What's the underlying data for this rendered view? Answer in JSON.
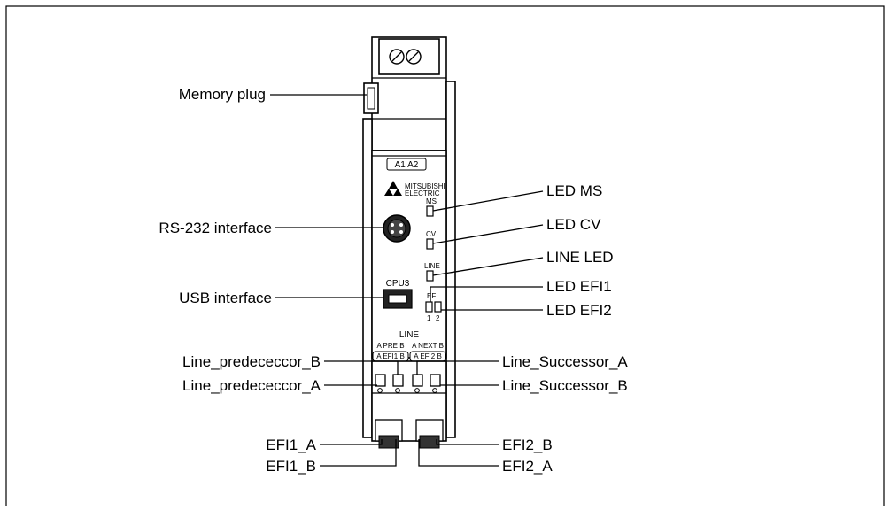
{
  "labels": {
    "memory_plug": "Memory plug",
    "rs232": "RS-232 interface",
    "usb": "USB interface",
    "line_pre_b": "Line_predececcor_B",
    "line_pre_a": "Line_predececcor_A",
    "efi1_a": "EFI1_A",
    "efi1_b": "EFI1_B",
    "led_ms": "LED MS",
    "led_cv": "LED CV",
    "line_led": "LINE LED",
    "led_efi1": "LED EFI1",
    "led_efi2": "LED EFI2",
    "line_succ_a": "Line_Successor_A",
    "line_succ_b": "Line_Successor_B",
    "efi2_b": "EFI2_B",
    "efi2_a": "EFI2_A"
  },
  "device": {
    "terminal_label": "A1  A2",
    "brand_line1": "MITSUBISHI",
    "brand_line2": "ELECTRIC",
    "ms": "MS",
    "cv": "CV",
    "line": "LINE",
    "efi": "EFI",
    "efi_1": "1",
    "efi_2": "2",
    "cpu": "CPU3",
    "bus_title": "LINE",
    "bus_pre": "A PRE B",
    "bus_next": "A NEXT B",
    "port_efi1": "A EFI1 B",
    "port_efi2": "A EFI2 B"
  }
}
